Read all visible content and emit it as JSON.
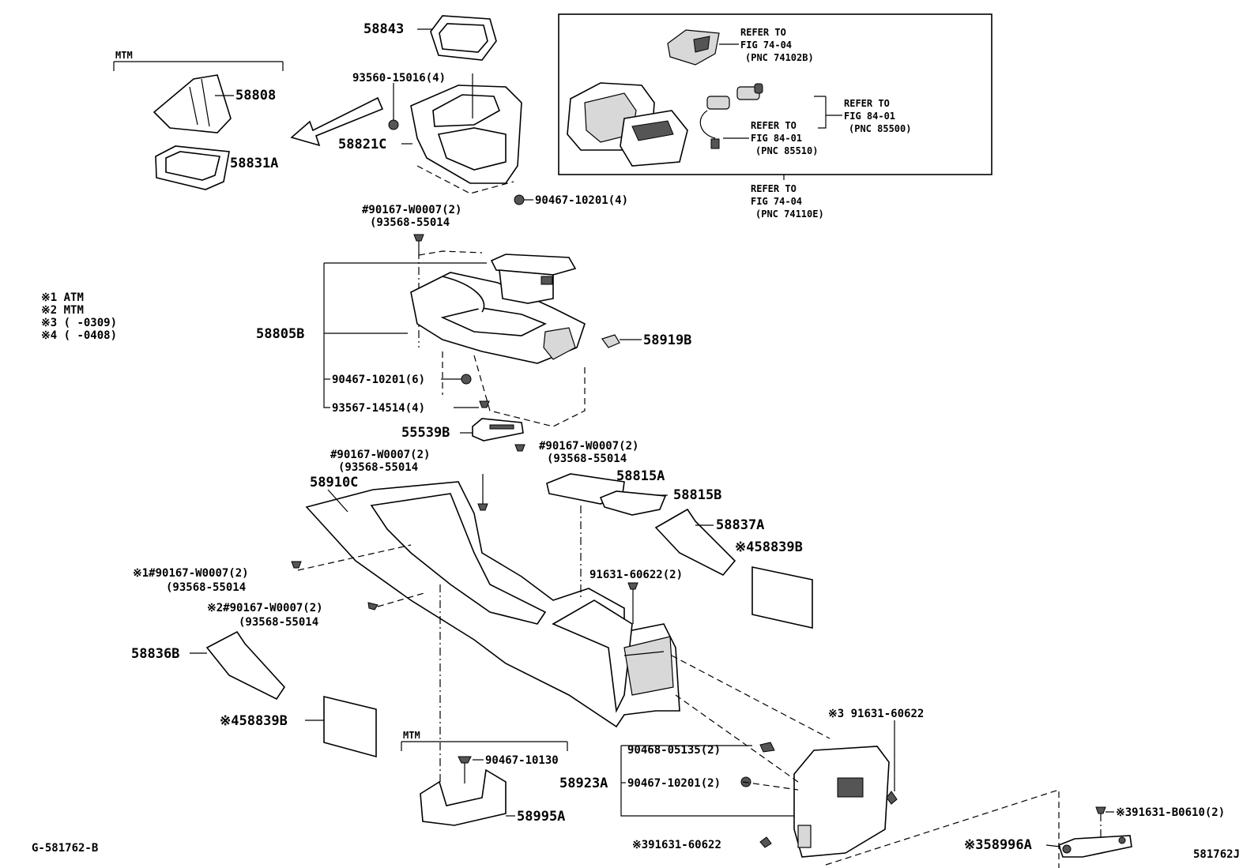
{
  "parts": {
    "p58843": "58843",
    "p58808": "58808",
    "p58831A": "58831A",
    "p93560": "93560-15016(4)",
    "p58821C": "58821C",
    "p90467_4": "90467-10201(4)",
    "p90167_top": "#90167-W0007(2)",
    "p93568_top": "(93568-55014",
    "p58805B": "58805B",
    "p58919B": "58919B",
    "p90467_6": "90467-10201(6)",
    "p93567": "93567-14514(4)",
    "p55539B": "55539B",
    "p90167_mid_r": "#90167-W0007(2)",
    "p93568_mid_r": "(93568-55014",
    "p90167_mid_l": "#90167-W0007(2)",
    "p93568_mid_l": "(93568-55014",
    "p58910C": "58910C",
    "p58815A": "58815A",
    "p58815B": "58815B",
    "p58837A": "58837A",
    "p58839B_r": "※458839B",
    "p91631_2": "91631-60622(2)",
    "p90167_n1": "※1#90167-W0007(2)",
    "p93568_n1": "(93568-55014",
    "p90167_n2": "※2#90167-W0007(2)",
    "p93568_n2": "(93568-55014",
    "p58836B": "58836B",
    "p58839B_l": "※458839B",
    "p90467_10130": "90467-10130",
    "p58995A": "58995A",
    "p90468": "90468-05135(2)",
    "p90467_2": "90467-10201(2)",
    "p58923A": "58923A",
    "p91631_n3a": "※3 91631-60622",
    "p91631_n3b": "※391631-60622",
    "p91631_B0610": "※391631-B0610(2)",
    "p58996A": "※358996A"
  },
  "mtm_labels": {
    "top": "MTM",
    "bottom": "MTM"
  },
  "notes": {
    "n1": "※1  ATM",
    "n2": "※2  MTM",
    "n3": "※3 (      -0309)",
    "n4": "※4 (      -0408)"
  },
  "refer": {
    "r1_line1": "REFER TO",
    "r1_line2": "FIG 74-04",
    "r1_line3": "(PNC 74102B)",
    "r2_line1": "REFER TO",
    "r2_line2": "FIG 84-01",
    "r2_line3": "(PNC 85500)",
    "r3_line1": "REFER TO",
    "r3_line2": "FIG 84-01",
    "r3_line3": "(PNC 85510)",
    "r4_line1": "REFER TO",
    "r4_line2": "FIG 74-04",
    "r4_line3": "(PNC 74110E)"
  },
  "footer": {
    "left_code": "G-581762-B",
    "right_code": "581762J"
  }
}
